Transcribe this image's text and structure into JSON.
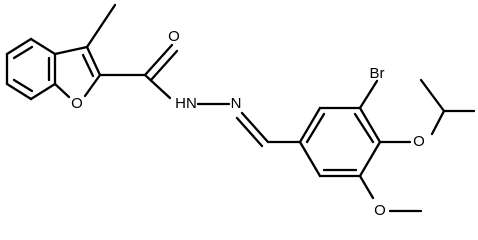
{
  "molecule": {
    "atoms": {
      "o_carbonyl": "O",
      "o_furan": "O",
      "nh_hydrazide": "HN",
      "n_imine": "N",
      "br": "Br",
      "o_isopropoxy": "O",
      "o_methoxy": "O"
    }
  }
}
